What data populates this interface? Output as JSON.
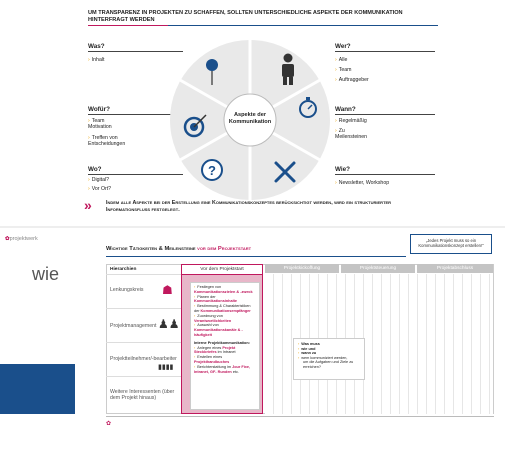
{
  "title": "Um Transparenz in Projekten zu schaffen, sollten unterschiedliche Aspekte der Kommunikation hinterfragt werden",
  "center": "Aspekte der Kommunikation",
  "left": [
    {
      "heading": "Was?",
      "items": [
        "Inhalt"
      ]
    },
    {
      "heading": "Wofür?",
      "items": [
        "Team Motivation",
        "Treffen von Entscheidungen"
      ]
    },
    {
      "heading": "Wo?",
      "items": [
        "Digital?",
        "Vor Ort?"
      ]
    }
  ],
  "right": [
    {
      "heading": "Wer?",
      "items": [
        "Alle",
        "Team",
        "Auftraggeber"
      ]
    },
    {
      "heading": "Wann?",
      "items": [
        "Regelmäßig",
        "Zu Meilensteinen"
      ]
    },
    {
      "heading": "Wie?",
      "items": [
        "Newsletter, Workshop"
      ]
    }
  ],
  "summary": "Indem alle Aspekte bei der Erstellung eine Kommunikationskonzeptes berücksichtigt werden, wird ein strukturierter Informationsfluss festgelegt.",
  "icons": [
    "pin-icon",
    "person-icon",
    "stopwatch-icon",
    "target-icon",
    "question-icon",
    "tools-icon"
  ],
  "colors": {
    "accent": "#c0185d",
    "orange": "#e8a000",
    "blue": "#1a4f8b",
    "grey": "#c4c4c4"
  },
  "slide2": {
    "logo": "projektwerk",
    "partial_text": "wie",
    "title_a": "Wichtige Tätigkeiten & Meilensteine",
    "title_b": "vor dem Projektstart",
    "quote": "„Jedes Projekt muss so ein Kommunikationskonzept erstellen!\"",
    "row_header": "Hierarchien",
    "phases": [
      "Vor dem Projektstart",
      "Projektkickoffung",
      "Projektsteuerung",
      "Projektabschluss"
    ],
    "rows": [
      "Lenkungskreis",
      "Projektmanagement",
      "Projektteilnehmer/-bearbeiter",
      "Weitere Interessenten (über dem Projekt hinaus)"
    ],
    "tasks": [
      {
        "pre": "Festlegen von ",
        "hl": "Kommunikationszielen & -zweck"
      },
      {
        "pre": "Planen der ",
        "hl": "Kommunikationsinhalte"
      },
      {
        "pre": "Bestimmung & Charakteristiken der ",
        "hl": "Kommunikationsempfänger"
      },
      {
        "pre": "Zuordnung von ",
        "hl": "Verantwortlichkeiten"
      },
      {
        "pre": "Auswahl von ",
        "hl": "Kommunikationskanäle & -häufigkeit"
      }
    ],
    "internal_head": "Interne Projektkommunikation:",
    "internal": [
      {
        "pre": "Anlegen eines ",
        "hl": "Projekt Steckbriefes",
        "post": " im Intranet"
      },
      {
        "pre": "Erstellen eines ",
        "hl": "Projekthandbuches",
        "post": ""
      },
      {
        "pre": "Berichterstattung im ",
        "hl": "Jour Fixe, Intranet, GF- Runden",
        "post": " etc."
      }
    ],
    "callout": [
      "Was muss",
      "wie und",
      "wann zu",
      "wem kommuniziert werden,",
      "um die Aufgaben und Ziele zu",
      "erreichen?"
    ]
  }
}
